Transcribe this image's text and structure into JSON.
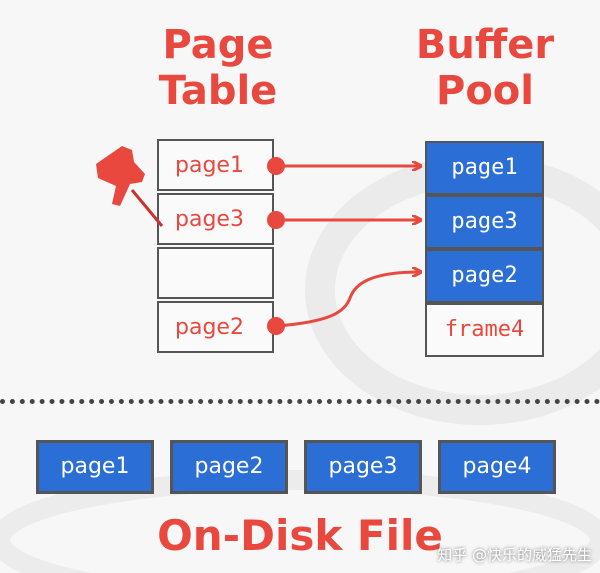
{
  "page_table": {
    "title_line1": "Page",
    "title_line2": "Table",
    "entries": [
      "page1",
      "page3",
      "",
      "page2"
    ]
  },
  "buffer_pool": {
    "title_line1": "Buffer",
    "title_line2": "Pool",
    "frames": [
      {
        "label": "page1",
        "filled": true
      },
      {
        "label": "page3",
        "filled": true
      },
      {
        "label": "page2",
        "filled": true
      },
      {
        "label": "frame4",
        "filled": false
      }
    ]
  },
  "disk": {
    "title": "On-Disk File",
    "pages": [
      "page1",
      "page2",
      "page3",
      "page4"
    ]
  },
  "watermark": "知乎 @快乐的威猛先生",
  "colors": {
    "accent": "#e8483e",
    "page_fill": "#2b6fd6",
    "border": "#555555"
  }
}
